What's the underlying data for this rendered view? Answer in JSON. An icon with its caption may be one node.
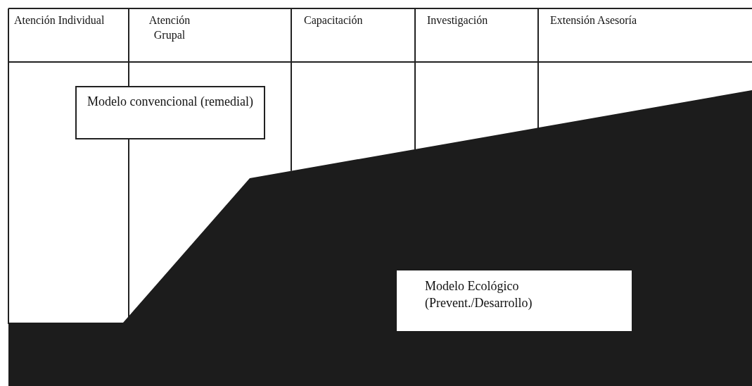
{
  "diagram": {
    "nodes": [
      {
        "text": [
          "Modelo convencional (remedial)"
        ]
      },
      {
        "text": [
          "Modelo Ecológico (Prevent./Desarrollo)"
        ]
      }
    ],
    "labels": [
      "Atención Individual",
      "Atención Grupal",
      "Capacitación",
      "Investigación",
      "Extensión Asesoría"
    ]
  }
}
